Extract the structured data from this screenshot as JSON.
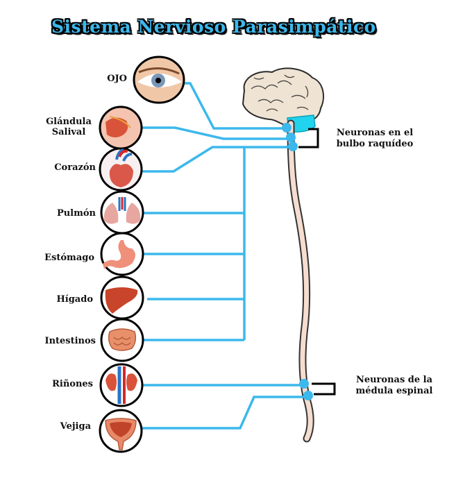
{
  "title": "Sistema Nervioso Parasimpático",
  "colors": {
    "connector": "#3cb8ec",
    "title_fill": "#3cb8ec",
    "spinal_cord": "#f6ddd0",
    "cerebellum": "#22d3ee",
    "bracket": "#000000"
  },
  "organs": [
    {
      "id": "ojo",
      "label": "OJO",
      "icon": "eye-icon"
    },
    {
      "id": "glandula-salival",
      "label": "Glándula Salival",
      "icon": "salivary-gland-icon"
    },
    {
      "id": "corazon",
      "label": "Corazón",
      "icon": "heart-icon"
    },
    {
      "id": "pulmon",
      "label": "Pulmón",
      "icon": "lungs-icon"
    },
    {
      "id": "estomago",
      "label": "Estómago",
      "icon": "stomach-icon"
    },
    {
      "id": "higado",
      "label": "Hígado",
      "icon": "liver-icon"
    },
    {
      "id": "intestinos",
      "label": "Intestinos",
      "icon": "intestines-icon"
    },
    {
      "id": "rinones",
      "label": "Riñones",
      "icon": "kidneys-icon"
    },
    {
      "id": "vejiga",
      "label": "Vejiga",
      "icon": "bladder-icon"
    }
  ],
  "annotations": {
    "bulbo": "Neuronas en el bulbo raquídeo",
    "medula": "Neuronas de la médula espinal"
  }
}
